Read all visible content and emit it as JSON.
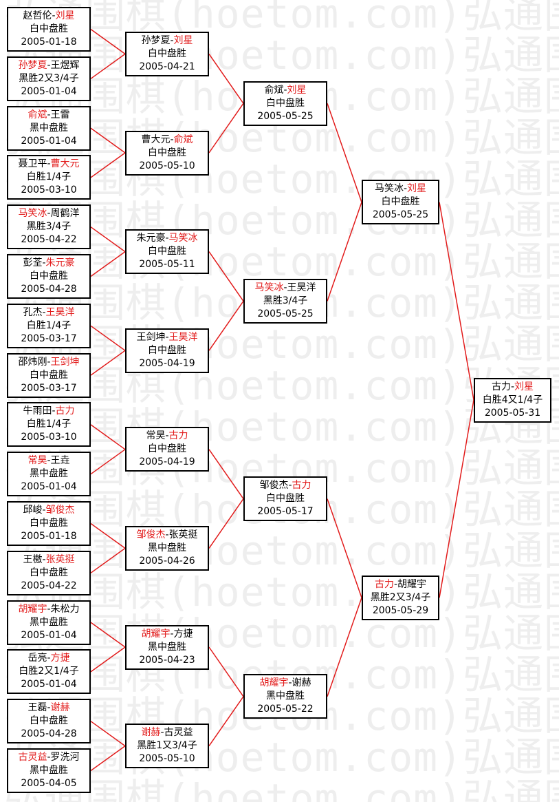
{
  "watermark": ")弘通围棋(hoetom.com)弘通围棋(hoetom.com)弘通围棋",
  "colors": {
    "winner": "#e21b1b",
    "line": "#e21b1b",
    "border": "#000000",
    "watermark": "#eeeeee"
  },
  "rounds": [
    [
      {
        "a": "赵哲伦",
        "b": "刘星",
        "w": "b",
        "result": "白中盘胜",
        "date": "2005-01-18"
      },
      {
        "a": "孙梦夏",
        "b": "王煜辉",
        "w": "a",
        "result": "黑胜2又3/4子",
        "date": "2005-01-04"
      },
      {
        "a": "俞斌",
        "b": "王雷",
        "w": "a",
        "result": "黑中盘胜",
        "date": "2005-01-04"
      },
      {
        "a": "聂卫平",
        "b": "曹大元",
        "w": "b",
        "result": "白胜1/4子",
        "date": "2005-03-10"
      },
      {
        "a": "马笑冰",
        "b": "周鹤洋",
        "w": "a",
        "result": "黑胜3/4子",
        "date": "2005-04-22"
      },
      {
        "a": "彭荃",
        "b": "朱元豪",
        "w": "b",
        "result": "白中盘胜",
        "date": "2005-04-28"
      },
      {
        "a": "孔杰",
        "b": "王昊洋",
        "w": "b",
        "result": "白胜1/4子",
        "date": "2005-03-17"
      },
      {
        "a": "邵炜刚",
        "b": "王剑坤",
        "w": "b",
        "result": "白中盘胜",
        "date": "2005-03-17"
      },
      {
        "a": "牛雨田",
        "b": "古力",
        "w": "b",
        "result": "白胜1/4子",
        "date": "2005-03-10"
      },
      {
        "a": "常昊",
        "b": "王垚",
        "w": "a",
        "result": "黑中盘胜",
        "date": "2005-01-04"
      },
      {
        "a": "邱峻",
        "b": "邹俊杰",
        "w": "b",
        "result": "白中盘胜",
        "date": "2005-01-18"
      },
      {
        "a": "王檄",
        "b": "张英挺",
        "w": "b",
        "result": "白中盘胜",
        "date": "2005-04-22"
      },
      {
        "a": "胡耀宇",
        "b": "朱松力",
        "w": "a",
        "result": "黑中盘胜",
        "date": "2005-01-04"
      },
      {
        "a": "岳亮",
        "b": "方捷",
        "w": "b",
        "result": "白胜2又1/4子",
        "date": "2005-01-04"
      },
      {
        "a": "王磊",
        "b": "谢赫",
        "w": "b",
        "result": "白中盘胜",
        "date": "2005-04-28"
      },
      {
        "a": "古灵益",
        "b": "罗洗河",
        "w": "a",
        "result": "黑中盘胜",
        "date": "2005-04-05"
      }
    ],
    [
      {
        "a": "孙梦夏",
        "b": "刘星",
        "w": "b",
        "result": "白中盘胜",
        "date": "2005-04-21"
      },
      {
        "a": "曹大元",
        "b": "俞斌",
        "w": "b",
        "result": "白中盘胜",
        "date": "2005-05-10"
      },
      {
        "a": "朱元豪",
        "b": "马笑冰",
        "w": "b",
        "result": "白中盘胜",
        "date": "2005-05-11"
      },
      {
        "a": "王剑坤",
        "b": "王昊洋",
        "w": "b",
        "result": "白中盘胜",
        "date": "2005-04-19"
      },
      {
        "a": "常昊",
        "b": "古力",
        "w": "b",
        "result": "白中盘胜",
        "date": "2005-04-19"
      },
      {
        "a": "邹俊杰",
        "b": "张英挺",
        "w": "a",
        "result": "黑中盘胜",
        "date": "2005-04-26"
      },
      {
        "a": "胡耀宇",
        "b": "方捷",
        "w": "a",
        "result": "黑中盘胜",
        "date": "2005-04-23"
      },
      {
        "a": "谢赫",
        "b": "古灵益",
        "w": "a",
        "result": "黑胜1又3/4子",
        "date": "2005-05-10"
      }
    ],
    [
      {
        "a": "俞斌",
        "b": "刘星",
        "w": "b",
        "result": "白中盘胜",
        "date": "2005-05-25"
      },
      {
        "a": "马笑冰",
        "b": "王昊洋",
        "w": "a",
        "result": "黑胜3/4子",
        "date": "2005-05-25"
      },
      {
        "a": "邹俊杰",
        "b": "古力",
        "w": "b",
        "result": "白中盘胜",
        "date": "2005-05-17"
      },
      {
        "a": "胡耀宇",
        "b": "谢赫",
        "w": "a",
        "result": "黑中盘胜",
        "date": "2005-05-22"
      }
    ],
    [
      {
        "a": "马笑冰",
        "b": "刘星",
        "w": "b",
        "result": "白中盘胜",
        "date": "2005-05-25"
      },
      {
        "a": "古力",
        "b": "胡耀宇",
        "w": "a",
        "result": "黑胜2又3/4子",
        "date": "2005-05-29"
      }
    ],
    [
      {
        "a": "古力",
        "b": "刘星",
        "w": "b",
        "result": "白胜4又1/4子",
        "date": "2005-05-31"
      }
    ]
  ]
}
